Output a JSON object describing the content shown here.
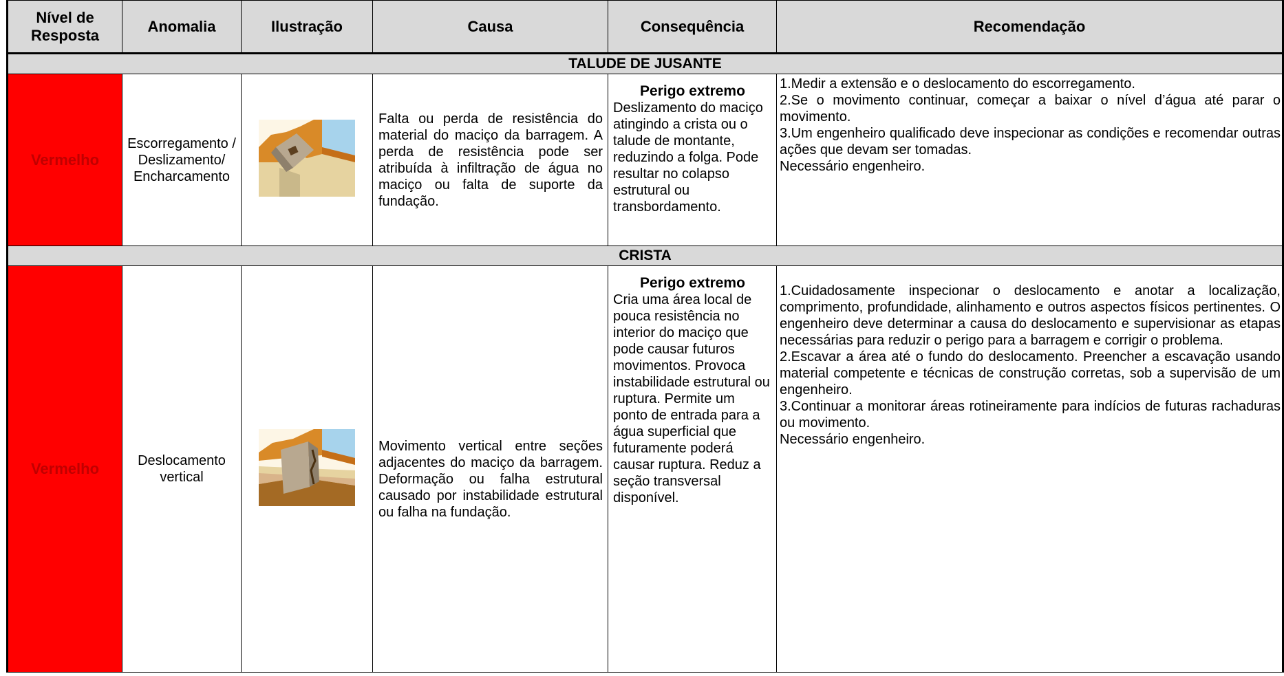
{
  "headers": [
    "Nível de Resposta",
    "Anomalia",
    "Ilustração",
    "Causa",
    "Consequência",
    "Recomendação"
  ],
  "sections": [
    {
      "title": "TALUDE DE JUSANTE",
      "row": {
        "level": "Vermelho",
        "anomaly": "Escorregamento / Deslizamento/ Encharcamento",
        "illustration_icon": "slope-slide-illustration",
        "cause": "Falta ou perda de resistência do material do maciço da barragem. A perda de resistência pode ser atribuída à infiltração de água no maciço ou falta de suporte da fundação.",
        "consequence_title": "Perigo extremo",
        "consequence": "Deslizamento do maciço atingindo a crista ou o talude de montante, reduzindo a folga. Pode resultar no colapso estrutural ou transbordamento.",
        "recommendation": [
          "1.Medir a extensão e o deslocamento do escorregamento.",
          "2.Se o movimento continuar, começar a baixar o nível d’água até parar o movimento.",
          "3.Um engenheiro qualificado deve inspecionar as condições e recomendar outras ações que devam ser tomadas.",
          "Necessário engenheiro."
        ]
      }
    },
    {
      "title": "CRISTA",
      "row": {
        "level": "Vermelho",
        "anomaly": "Deslocamento vertical",
        "illustration_icon": "vertical-displacement-illustration",
        "cause": "Movimento vertical entre seções adjacentes do maciço da barragem. Deformação ou falha estrutural causado por instabilidade estrutural ou falha na fundação.",
        "consequence_title": "Perigo extremo",
        "consequence": "Cria uma área local de pouca resistência no interior do maciço que pode causar futuros movimentos. Provoca instabilidade estrutural ou ruptura. Permite um ponto de entrada para a água superficial que futuramente poderá causar ruptura. Reduz a seção transversal disponível.",
        "recommendation": [
          "1.Cuidadosamente inspecionar o deslocamento e anotar a localização, comprimento, profundidade, alinhamento e outros aspectos físicos pertinentes. O engenheiro deve determinar a causa do deslocamento e supervisionar as etapas necessárias para reduzir o perigo para a barragem e corrigir o problema.",
          "2.Escavar a área até o fundo do deslocamento. Preencher a escavação usando material competente e técnicas de construção corretas, sob a supervisão de um engenheiro.",
          "3.Continuar a monitorar áreas rotineiramente para indícios de futuras rachaduras ou movimento.",
          "Necessário engenheiro."
        ]
      }
    }
  ],
  "colors": {
    "level_bg": "#ff0000",
    "level_text": "#c00000",
    "header_bg": "#d9d9d9"
  }
}
